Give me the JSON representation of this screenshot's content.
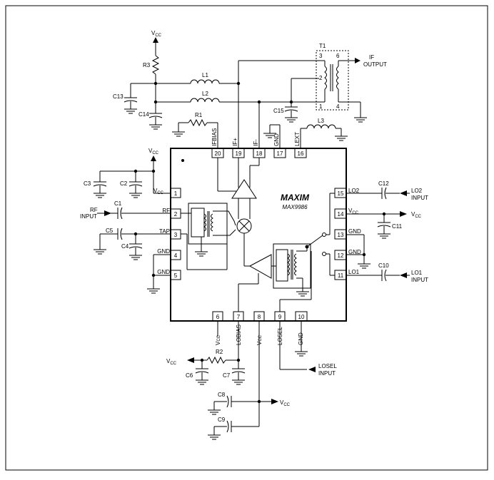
{
  "chip": {
    "brand": "MAXIM",
    "part": "MAX9986"
  },
  "supply_label": "V",
  "supply_sub": "CC",
  "components": {
    "R1": "R1",
    "R2": "R2",
    "R3": "R3",
    "L1": "L1",
    "L2": "L2",
    "L3": "L3",
    "C1": "C1",
    "C2": "C2",
    "C3": "C3",
    "C4": "C4",
    "C5": "C5",
    "C6": "C6",
    "C7": "C7",
    "C8": "C8",
    "C9": "C9",
    "C10": "C10",
    "C11": "C11",
    "C12": "C12",
    "C13": "C13",
    "C14": "C14",
    "C15": "C15",
    "T1": "T1"
  },
  "transformer_pins": {
    "p1": "1",
    "p2": "2",
    "p3": "3",
    "p4": "4",
    "p6": "6"
  },
  "pins": {
    "n1": "1",
    "n2": "2",
    "n3": "3",
    "n4": "4",
    "n5": "5",
    "n6": "6",
    "n7": "7",
    "n8": "8",
    "n9": "9",
    "n10": "10",
    "n11": "11",
    "n12": "12",
    "n13": "13",
    "n14": "14",
    "n15": "15",
    "n16": "16",
    "n17": "17",
    "n18": "18",
    "n19": "19",
    "n20": "20"
  },
  "pin_names": {
    "rf": "RF",
    "tap": "TAP",
    "gnd": "GND",
    "lo1": "LO1",
    "lo2": "LO2",
    "ifbias": "IFBIAS",
    "if_plus": "IF+",
    "if_minus": "IF-",
    "lext": "LEXT",
    "lobias": "LOBIAS",
    "losel": "LOSEL"
  },
  "ports": {
    "if_output_1": "IF",
    "if_output_2": "OUTPUT",
    "rf_input_1": "RF",
    "rf_input_2": "INPUT",
    "lo2_input_1": "LO2",
    "lo2_input_2": "INPUT",
    "lo1_input_1": "LO1",
    "lo1_input_2": "INPUT",
    "losel_input_1": "LOSEL",
    "losel_input_2": "INPUT"
  }
}
